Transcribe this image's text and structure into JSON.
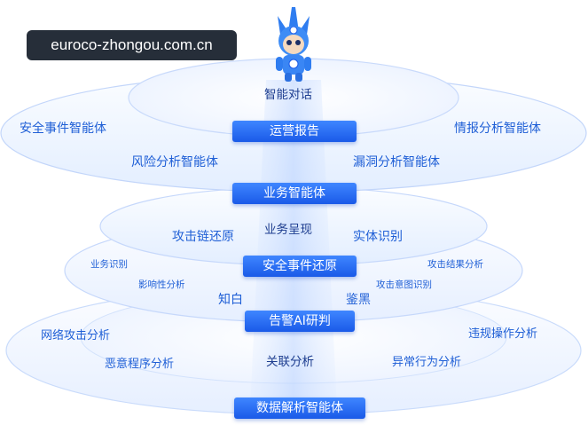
{
  "watermark": "euroco-zhongou.com.cn",
  "top_tier": {
    "center": "智能对话",
    "badge": "运营报告",
    "left_outer": "安全事件智能体",
    "right_outer": "情报分析智能体",
    "left_inner": "风险分析智能体",
    "right_inner": "漏洞分析智能体",
    "bottom_badge": "业务智能体"
  },
  "middle_tier": {
    "center": "业务呈现",
    "left": "攻击链还原",
    "right": "实体识别",
    "badge": "安全事件还原",
    "left_a": "业务识别",
    "left_b": "影响性分析",
    "right_a": "攻击结果分析",
    "right_b": "攻击意图识别",
    "left_accent": "知白",
    "right_accent": "鉴黑",
    "bottom_badge": "告警AI研判"
  },
  "bottom_tier": {
    "center": "关联分析",
    "left_a": "网络攻击分析",
    "left_b": "恶意程序分析",
    "right_a": "违规操作分析",
    "right_b": "异常行为分析",
    "bottom_badge": "数据解析智能体"
  },
  "mascot": "robot-mascot-icon"
}
